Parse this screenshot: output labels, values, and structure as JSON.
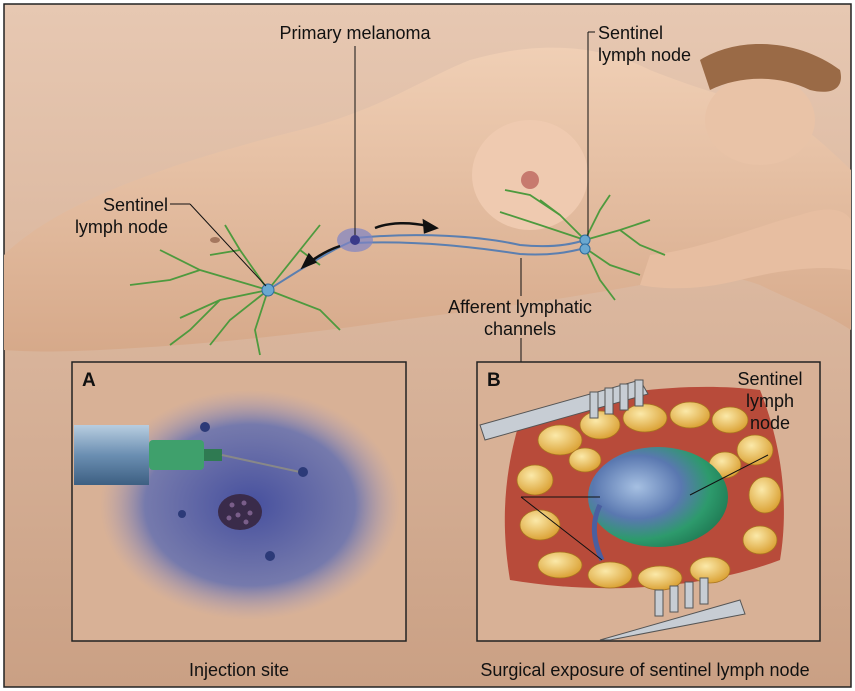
{
  "main_labels": {
    "primary_melanoma": "Primary melanoma",
    "sentinel_right": "Sentinel\nlymph node",
    "sentinel_left": "Sentinel\nlymph node",
    "afferent": "Afferent lymphatic\nchannels"
  },
  "panel_a": {
    "letter": "A",
    "caption": "Injection site"
  },
  "panel_b": {
    "letter": "B",
    "label": "Sentinel\nlymph\nnode",
    "caption": "Surgical exposure of sentinel lymph node"
  },
  "colors": {
    "skin": "#e8c3a6",
    "skin_shadow": "#c99b7d",
    "background": "#d9b49b",
    "lymph_green": "#4e9a3e",
    "lymph_node_blue": "#6b88b8",
    "dye_blue": "#4b5aa8",
    "fat_yellow": "#e9b94a",
    "node_green": "#2f9a68",
    "frame": "#222222"
  }
}
